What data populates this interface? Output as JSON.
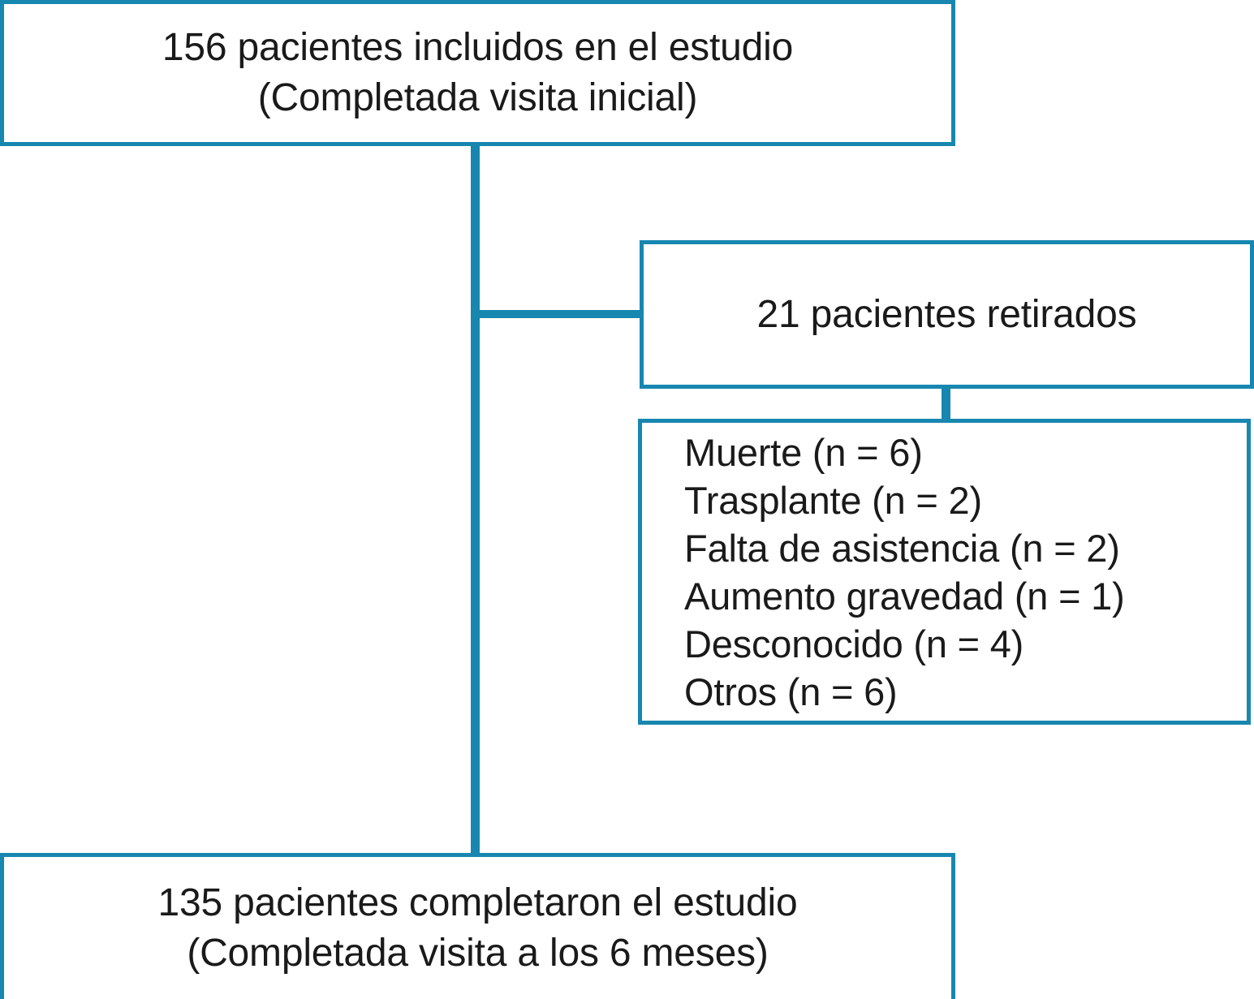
{
  "diagram": {
    "type": "flowchart",
    "language": "es",
    "accent_color": "#1787b0",
    "text_color": "#1a1a1a",
    "background_color": "#ffffff",
    "nodes": {
      "enrolled": {
        "id": "enrolled",
        "text": "156 pacientes incluidos en el estudio\n(Completada visita inicial)",
        "line1": "156 pacientes incluidos en el estudio",
        "line2": "(Completada visita inicial)",
        "count": 156
      },
      "withdrawn": {
        "id": "withdrawn",
        "text": "21 pacientes retirados",
        "count": 21
      },
      "reasons": {
        "id": "reasons",
        "items": [
          "Muerte (n = 6)",
          "Trasplante (n = 2)",
          "Falta de asistencia (n = 2)",
          "Aumento gravedad (n = 1)",
          "Desconocido (n = 4)",
          "Otros (n = 6)"
        ],
        "values": [
          {
            "label": "Muerte",
            "n": 6
          },
          {
            "label": "Trasplante",
            "n": 2
          },
          {
            "label": "Falta de asistencia",
            "n": 2
          },
          {
            "label": "Aumento gravedad",
            "n": 1
          },
          {
            "label": "Desconocido",
            "n": 4
          },
          {
            "label": "Otros",
            "n": 6
          }
        ]
      },
      "completed": {
        "id": "completed",
        "text": "135 pacientes completaron el estudio\n(Completada visita a los 6 meses)",
        "line1": "135 pacientes completaron el estudio",
        "line2": "(Completada visita a los 6 meses)",
        "count": 135
      }
    },
    "edges": [
      {
        "from": "enrolled",
        "to": "withdrawn"
      },
      {
        "from": "withdrawn",
        "to": "reasons"
      },
      {
        "from": "enrolled",
        "to": "completed"
      }
    ]
  }
}
